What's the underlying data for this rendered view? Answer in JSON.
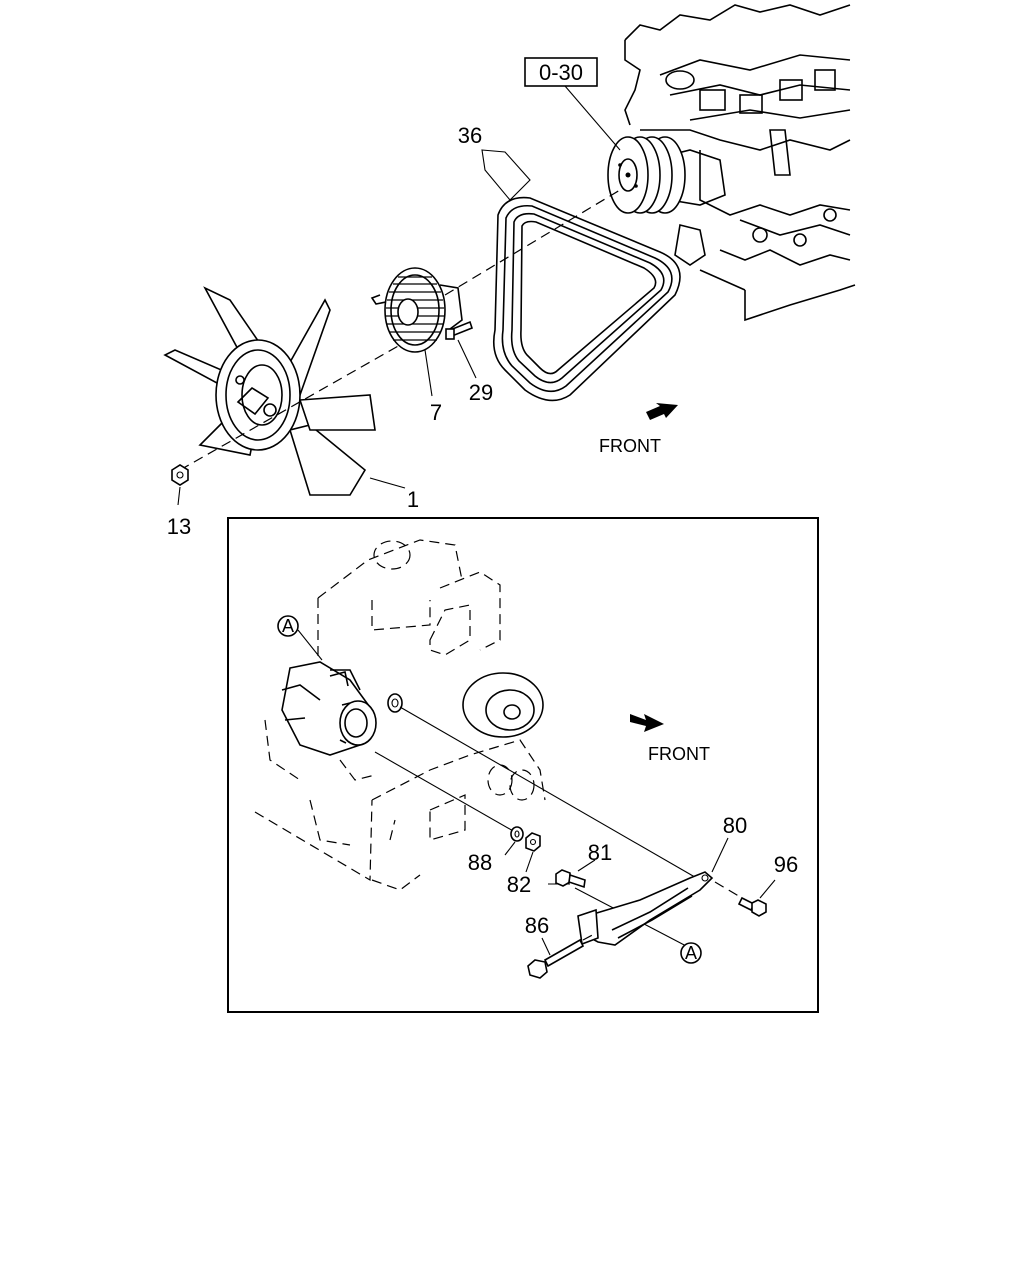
{
  "callouts": {
    "ref_box": "0-30",
    "belt": "36",
    "fan_clutch_bolt": "29",
    "fan_clutch": "7",
    "fan": "1",
    "fan_nut": "13",
    "bracket": "80",
    "bolt_81": "81",
    "nut_82": "82",
    "washer_88": "88",
    "bolt_96": "96",
    "bolt_86": "86",
    "circle_a_top": "A",
    "circle_a_bottom": "A"
  },
  "front_labels": {
    "top": "FRONT",
    "inset": "FRONT"
  }
}
